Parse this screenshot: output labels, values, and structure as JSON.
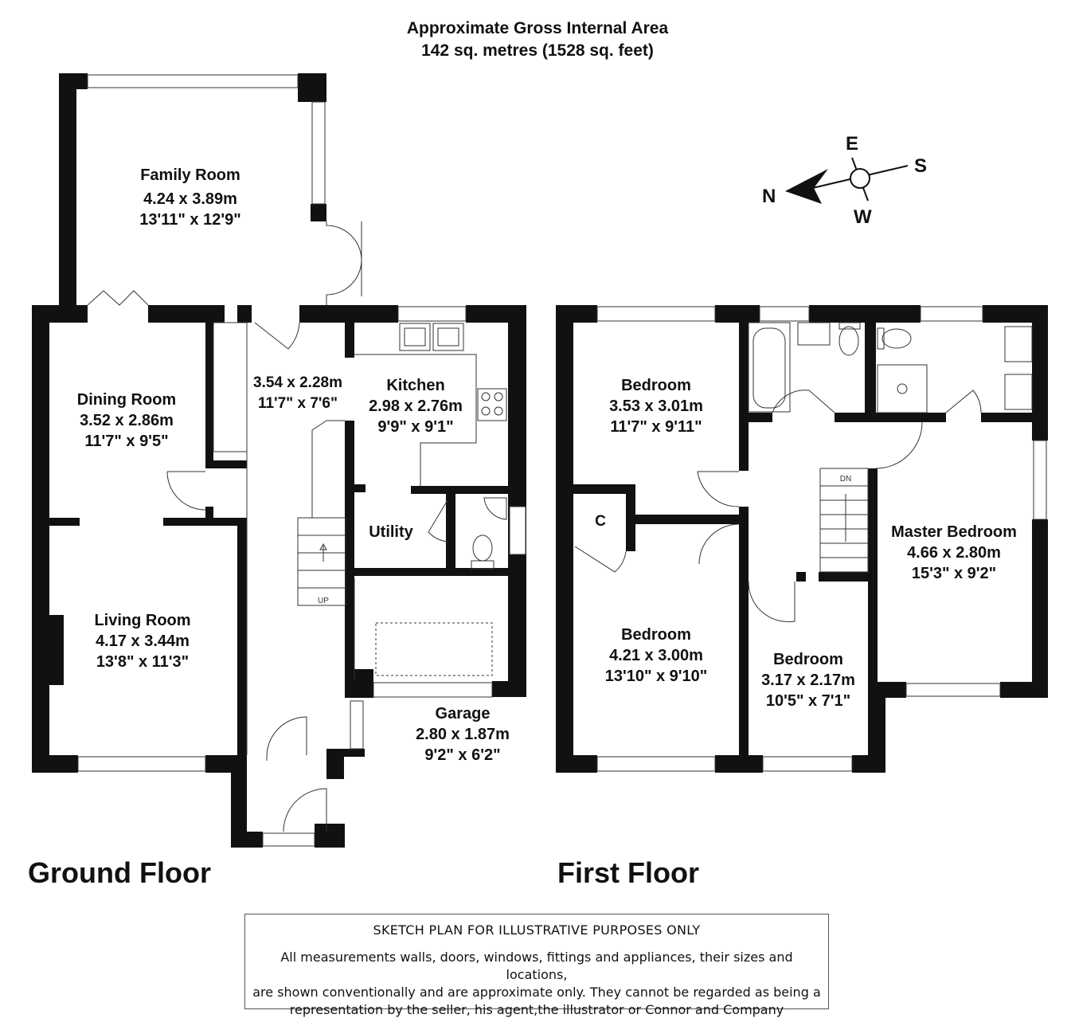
{
  "header": {
    "line1": "Approximate Gross Internal Area",
    "line2": "142 sq. metres (1528 sq. feet)"
  },
  "compass": {
    "north": "N",
    "south": "S",
    "east": "E",
    "west": "W"
  },
  "ground_floor": {
    "title": "Ground Floor",
    "rooms": {
      "family": {
        "name": "Family Room",
        "metric": "4.24 x 3.89m",
        "imperial": "13'11\" x 12'9\""
      },
      "dining": {
        "name": "Dining Room",
        "metric": "3.52 x 2.86m",
        "imperial": "11'7\" x 9'5\""
      },
      "hall": {
        "metric": "3.54 x 2.28m",
        "imperial": "11'7\" x 7'6\""
      },
      "kitchen": {
        "name": "Kitchen",
        "metric": "2.98 x 2.76m",
        "imperial": "9'9\" x 9'1\""
      },
      "utility": {
        "name": "Utility"
      },
      "living": {
        "name": "Living Room",
        "metric": "4.17 x 3.44m",
        "imperial": "13'8\" x 11'3\""
      },
      "garage": {
        "name": "Garage",
        "metric": "2.80 x 1.87m",
        "imperial": "9'2\" x 6'2\""
      }
    },
    "stairs_label": "UP"
  },
  "first_floor": {
    "title": "First Floor",
    "rooms": {
      "bed1": {
        "name": "Bedroom",
        "metric": "3.53 x 3.01m",
        "imperial": "11'7\" x 9'11\""
      },
      "bed2": {
        "name": "Bedroom",
        "metric": "4.21 x 3.00m",
        "imperial": "13'10\" x 9'10\""
      },
      "bed3": {
        "name": "Bedroom",
        "metric": "3.17 x 2.17m",
        "imperial": "10'5\" x 7'1\""
      },
      "master": {
        "name": "Master Bedroom",
        "metric": "4.66 x 2.80m",
        "imperial": "15'3\" x 9'2\""
      },
      "cupboard": {
        "name": "C"
      }
    },
    "stairs_label": "DN"
  },
  "disclaimer": {
    "title": "SKETCH PLAN FOR ILLUSTRATIVE PURPOSES ONLY",
    "line1": "All measurements walls, doors, windows, fittings and appliances, their sizes and locations,",
    "line2": "are shown conventionally and are approximate only. They cannot be regarded as being a",
    "line3": "representation by the seller, his agent,the illustrator or Connor and Company"
  }
}
